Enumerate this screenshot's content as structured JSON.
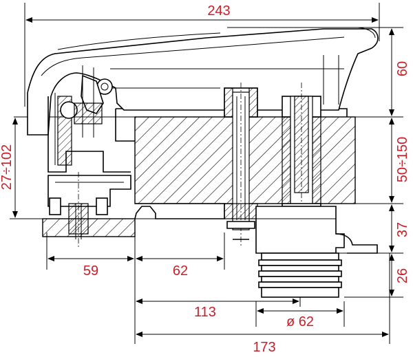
{
  "dimensions": {
    "overall_length": "243",
    "handle_height": "60",
    "deck_thickness": "50÷150",
    "adjust_range": "27÷102",
    "body_height": "37",
    "spigot_height": "26",
    "base_width": "59",
    "offset_62": "62",
    "center_distance": "113",
    "diameter": "ø 62",
    "total_width": "173"
  },
  "colors": {
    "dimension_text": "#c8202a",
    "lines": "#000000",
    "background": "#ffffff"
  }
}
